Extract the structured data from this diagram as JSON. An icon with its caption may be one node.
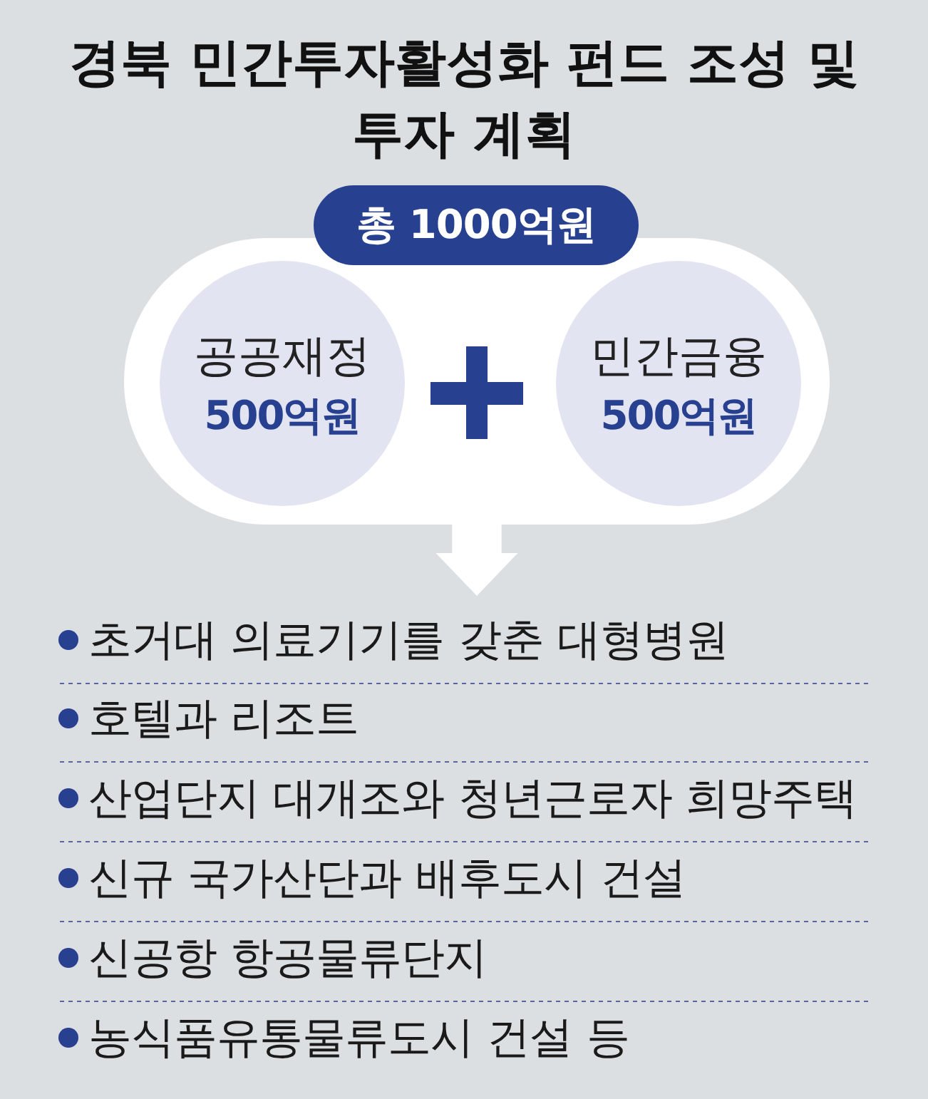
{
  "diagram": {
    "title": "경북 민간투자활성화 펀드 조성 및 투자 계획",
    "nodes": [
      {
        "text": [
          "총 1000억원"
        ]
      },
      {
        "text": [],
        "shape": "capsule"
      },
      {
        "text": [
          "공공재정",
          "500억원"
        ],
        "in": 1
      },
      {
        "text": [
          "민간금융",
          "500억원"
        ],
        "in": 1
      },
      {
        "text": [
          "초거대 의료기기를 갖춘 대형병원",
          "호텔과 리조트",
          "산업단지 대개조와 청년근로자 희망주택",
          "신규 국가산단과 배후도시 건설",
          "신공항 항공물류단지",
          "농식품유통물류도시 건설 등"
        ]
      }
    ],
    "edges": [
      {
        "from": 1,
        "to": 4,
        "arrow": "to"
      }
    ]
  }
}
